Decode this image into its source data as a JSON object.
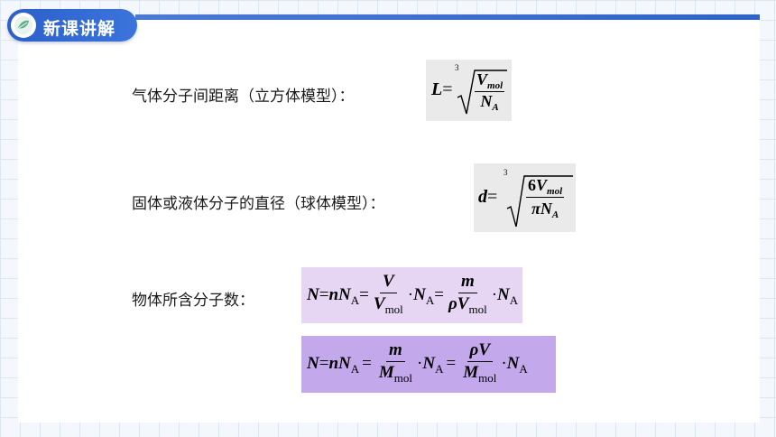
{
  "header": {
    "badge_label": "新课讲解",
    "icon": "leaf-icon"
  },
  "colors": {
    "accent": "#2f63c9",
    "formula_box_light": "#e6d6f3",
    "formula_box_dark": "#c4a8ec",
    "formula_box_gray": "#eaeaea"
  },
  "rows": [
    {
      "label": "气体分子间距离（立方体模型）："
    },
    {
      "label": "固体或液体分子的直径（球体模型）："
    },
    {
      "label": "物体所含分子数："
    }
  ],
  "formulas": {
    "cube": {
      "lhs": "L",
      "eq": "=",
      "index": "3",
      "num_var": "V",
      "num_sub": "mol",
      "den_var": "N",
      "den_sub": "A"
    },
    "sphere": {
      "lhs": "d",
      "eq": "=",
      "index": "3",
      "num_coef": "6",
      "num_var": "V",
      "num_sub": "mol",
      "den_pi": "π",
      "den_var": "N",
      "den_sub": "A"
    },
    "count1": {
      "N": "N",
      "eq": "=",
      "n": "n",
      "NA": "N",
      "A": "A",
      "f1_num": "V",
      "f1_den": "V",
      "f1_den_sub": "mol",
      "dot": "·",
      "f2_num": "m",
      "f2_den_rho": "ρ",
      "f2_den": "V",
      "f2_den_sub": "mol"
    },
    "count2": {
      "N": "N",
      "eq": "=",
      "n": "n",
      "NA": "N",
      "A": "A",
      "f1_num": "m",
      "f1_den": "M",
      "f1_den_sub": "mol",
      "dot": "·",
      "f2_num_rho": "ρ",
      "f2_num": "V",
      "f2_den": "M",
      "f2_den_sub": "mol"
    }
  }
}
